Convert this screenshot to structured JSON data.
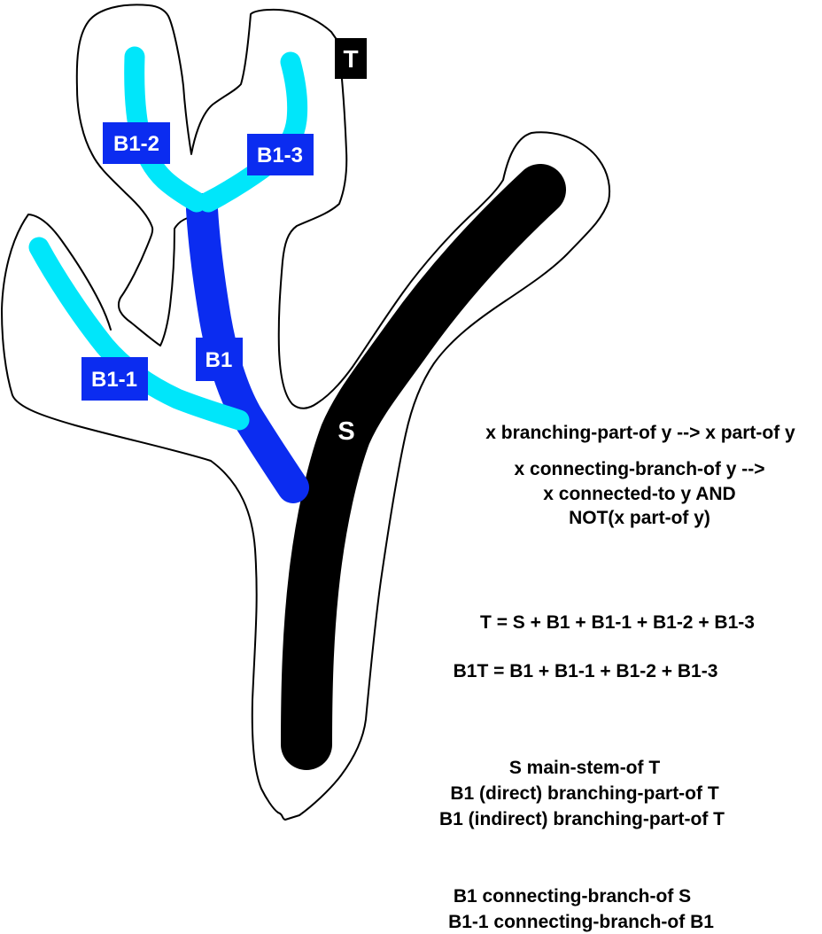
{
  "diagram": {
    "labels": {
      "t": "T",
      "s": "S",
      "b1": "B1",
      "b1_1": "B1-1",
      "b1_2": "B1-2",
      "b1_3": "B1-3"
    },
    "colors": {
      "stem_black": "#000000",
      "branch_blue": "#0b2cf0",
      "branch_cyan": "#00e6fa",
      "label_box_blue": "#0b2cf0",
      "label_box_black": "#000000",
      "outline_black": "#000000"
    }
  },
  "annotations": {
    "rules": {
      "branching": "x branching-part-of y --> x part-of y",
      "connecting_l1": "x connecting-branch-of y -->",
      "connecting_l2": "x connected-to y AND",
      "connecting_l3": "NOT(x part-of y)"
    },
    "equations": {
      "t_sum": "T = S + B1 + B1-1 + B1-2 + B1-3",
      "b1t_sum": "B1T = B1 + B1-1 + B1-2 + B1-3"
    },
    "relations": {
      "s_main_stem": "S main-stem-of T",
      "b1_direct": "B1 (direct) branching-part-of T",
      "b1_indirect": "B1 (indirect) branching-part-of T",
      "b1_connecting": "B1 connecting-branch-of S",
      "b1_1_connecting": "B1-1 connecting-branch-of B1"
    }
  }
}
